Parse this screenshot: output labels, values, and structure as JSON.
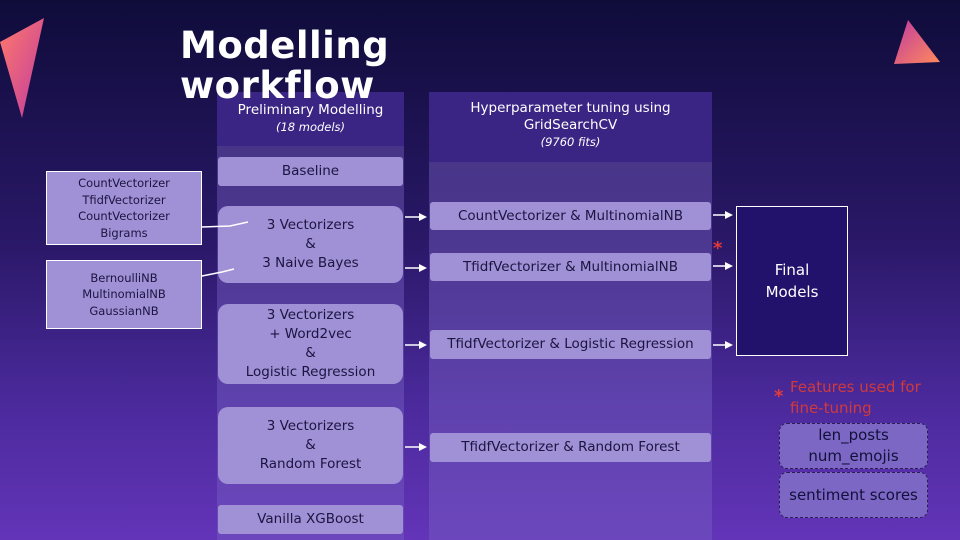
{
  "title_line1": "Modelling",
  "title_line2": "workflow",
  "column1": {
    "heading": "Preliminary Modelling",
    "subheading": "(18 models)",
    "boxes": [
      {
        "lines": [
          "Baseline"
        ]
      },
      {
        "lines": [
          "3 Vectorizers",
          "&",
          "3 Naive Bayes"
        ]
      },
      {
        "lines": [
          "3 Vectorizers",
          "+ Word2vec",
          "&",
          "Logistic Regression"
        ]
      },
      {
        "lines": [
          "3 Vectorizers",
          "&",
          "Random Forest"
        ]
      },
      {
        "lines": [
          "Vanilla XGBoost"
        ]
      }
    ]
  },
  "column2": {
    "heading_line1": "Hyperparameter tuning using",
    "heading_line2": "GridSearchCV",
    "subheading": "(9760 fits)",
    "boxes": [
      "CountVectorizer & MultinomialNB",
      "TfidfVectorizer & MultinomialNB",
      "TfidfVectorizer & Logistic Regression",
      "TfidfVectorizer & Random Forest"
    ]
  },
  "side_boxes": [
    {
      "lines": [
        "CountVectorizer",
        "TfidfVectorizer",
        "CountVectorizer",
        "Bigrams"
      ]
    },
    {
      "lines": [
        "BernoulliNB",
        "MultinomialNB",
        "GaussianNB"
      ]
    }
  ],
  "final": {
    "line1": "Final",
    "line2": "Models"
  },
  "asterisk": "*",
  "features_note": {
    "line1": "Features used for",
    "line2": "fine-tuning"
  },
  "feature_boxes": [
    {
      "lines": [
        "len_posts",
        "num_emojis"
      ]
    },
    {
      "lines": [
        "sentiment scores"
      ]
    }
  ],
  "colors": {
    "accent_triangle": "#ff6a6a",
    "star": "#e33a3a",
    "final_bg": "#23126b"
  }
}
